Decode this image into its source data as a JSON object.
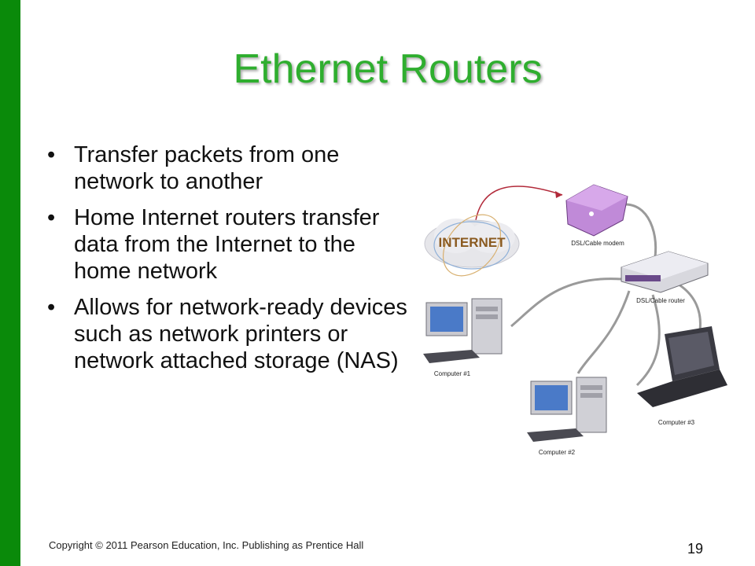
{
  "title": "Ethernet Routers",
  "bullets": [
    {
      "text": "Transfer packets from one network to another"
    },
    {
      "text": "Home Internet routers transfer data from the Internet to the home network"
    },
    {
      "text": "Allows for network-ready devices such as network printers or network attached storage (NAS)"
    }
  ],
  "bullet_glyph": "•",
  "footer": {
    "copyright": "Copyright © 2011 Pearson Education, Inc. Publishing as Prentice Hall",
    "page_number": "19"
  },
  "diagram": {
    "cloud_label": "INTERNET",
    "modem_label": "DSL/Cable modem",
    "router_label": "DSL/Cable router",
    "computer1_label": "Computer #1",
    "computer2_label": "Computer #2",
    "computer3_label": "Computer #3"
  },
  "colors": {
    "accent_bar": "#0a8a0a",
    "title": "#2fae2f"
  }
}
